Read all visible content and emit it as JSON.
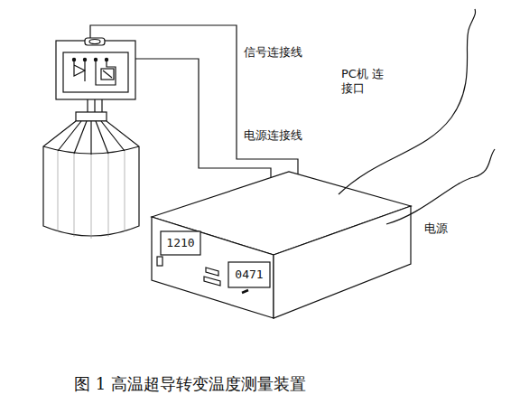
{
  "diagram": {
    "caption": "图 1 高温超导转变温度测量装置",
    "labels": [
      "信号连接线",
      "PC机 连接口",
      "电源连接线",
      "电源",
      "1210",
      "0471"
    ]
  }
}
